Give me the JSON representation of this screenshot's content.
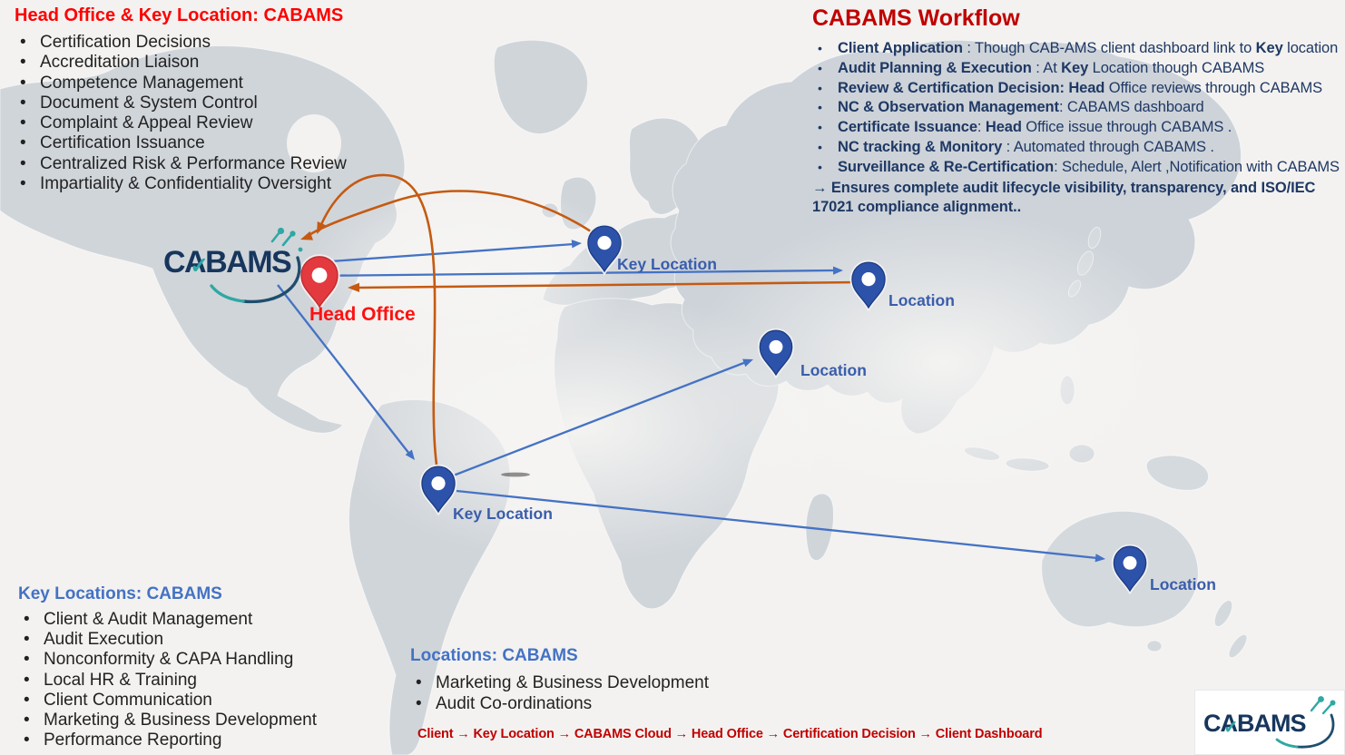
{
  "head_office_panel": {
    "title": "Head Office & Key Location: CABAMS",
    "items": [
      "Certification Decisions",
      "Accreditation Liaison",
      "Competence Management",
      "Document & System Control",
      "Complaint & Appeal Review",
      "Certification Issuance",
      "Centralized Risk & Performance Review",
      "Impartiality & Confidentiality Oversight"
    ]
  },
  "workflow_panel": {
    "title": "CABAMS Workflow",
    "items": [
      [
        {
          "t": "Client Application",
          "b": true
        },
        {
          "t": " : Though CAB-AMS client dashboard link to ",
          "b": false
        },
        {
          "t": "Key",
          "b": true
        },
        {
          "t": " location",
          "b": false
        }
      ],
      [
        {
          "t": "Audit Planning & Execution",
          "b": true
        },
        {
          "t": " : At ",
          "b": false
        },
        {
          "t": "Key",
          "b": true
        },
        {
          "t": " Location though CABAMS",
          "b": false
        }
      ],
      [
        {
          "t": "Review & Certification Decision: Head",
          "b": true
        },
        {
          "t": " Office reviews through CABAMS",
          "b": false
        }
      ],
      [
        {
          "t": "NC & Observation Management",
          "b": true
        },
        {
          "t": ": CABAMS dashboard",
          "b": false
        }
      ],
      [
        {
          "t": "Certificate Issuance",
          "b": true
        },
        {
          "t": ": ",
          "b": false
        },
        {
          "t": "Head",
          "b": true
        },
        {
          "t": " Office issue through CABAMS .",
          "b": false
        }
      ],
      [
        {
          "t": "NC tracking & Monitory",
          "b": true
        },
        {
          "t": " : Automated through CABAMS .",
          "b": false
        }
      ],
      [
        {
          "t": "Surveillance & Re-Certification",
          "b": true
        },
        {
          "t": ": Schedule, Alert ,Notification with CABAMS",
          "b": false
        }
      ]
    ],
    "footer": "→ Ensures complete audit lifecycle visibility, transparency, and ISO/IEC 17021 compliance alignment.."
  },
  "key_locations_panel": {
    "title": "Key Locations: CABAMS",
    "items": [
      "Client & Audit Management",
      "Audit Execution",
      "Nonconformity & CAPA Handling",
      "Local HR & Training",
      "Client Communication",
      "Marketing & Business Development",
      "Performance Reporting"
    ]
  },
  "locations_panel": {
    "title": "Locations: CABAMS",
    "items": [
      "Marketing & Business Development",
      "Audit Co-ordinations"
    ]
  },
  "flow_strip": {
    "text": "Client → Key Location → CABAMS Cloud → Head Office → Certification Decision → Client Dashboard"
  },
  "map": {
    "pins": [
      {
        "id": "head-office",
        "label": "Head Office",
        "type": "head-office"
      },
      {
        "id": "europe",
        "label": "Key Location",
        "type": "key-location"
      },
      {
        "id": "asia",
        "label": "Location",
        "type": "location"
      },
      {
        "id": "middle-east",
        "label": "Location",
        "type": "location"
      },
      {
        "id": "brazil",
        "label": "Key Location",
        "type": "key-location"
      },
      {
        "id": "australia",
        "label": "Location",
        "type": "location"
      }
    ]
  },
  "logo": {
    "text": "CABAMS"
  },
  "colors": {
    "bright_red": "#fe0000",
    "dark_red": "#c00000",
    "navy_text": "#1f3864",
    "blue_heading": "#4472c4",
    "line_blue": "#4472c4",
    "line_orange": "#c55a11",
    "pin_blue": "#2c52aa",
    "pin_red": "#e23a3e",
    "pin_label_blue": "#3a5dab",
    "logo_navy": "#17365d",
    "logo_teal": "#2fa8a3",
    "land": "#d0d5da",
    "background": "#f3f2f0"
  }
}
